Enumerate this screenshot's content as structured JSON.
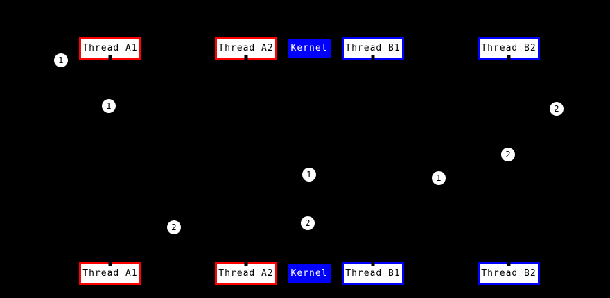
{
  "diagram": {
    "type": "sequence-diagram",
    "background": "#000000",
    "colors": {
      "thread_a_border": "#ff0000",
      "thread_b_border": "#0000ff",
      "kernel_fill": "#0000ff",
      "kernel_text": "#ffffff",
      "actor_fill": "#ffffff",
      "actor_text": "#000000",
      "marker_fill": "#ffffff",
      "marker_text": "#000000"
    },
    "actors": [
      {
        "label": "Thread A1",
        "style": "red-outline"
      },
      {
        "label": "Thread A2",
        "style": "red-outline"
      },
      {
        "label": "Kernel",
        "style": "blue-solid"
      },
      {
        "label": "Thread B1",
        "style": "blue-outline"
      },
      {
        "label": "Thread B2",
        "style": "blue-outline"
      }
    ],
    "markers": [
      {
        "label": "1"
      },
      {
        "label": "1"
      },
      {
        "label": "2"
      },
      {
        "label": "2"
      },
      {
        "label": "1"
      },
      {
        "label": "1"
      },
      {
        "label": "2"
      },
      {
        "label": "2"
      }
    ]
  }
}
